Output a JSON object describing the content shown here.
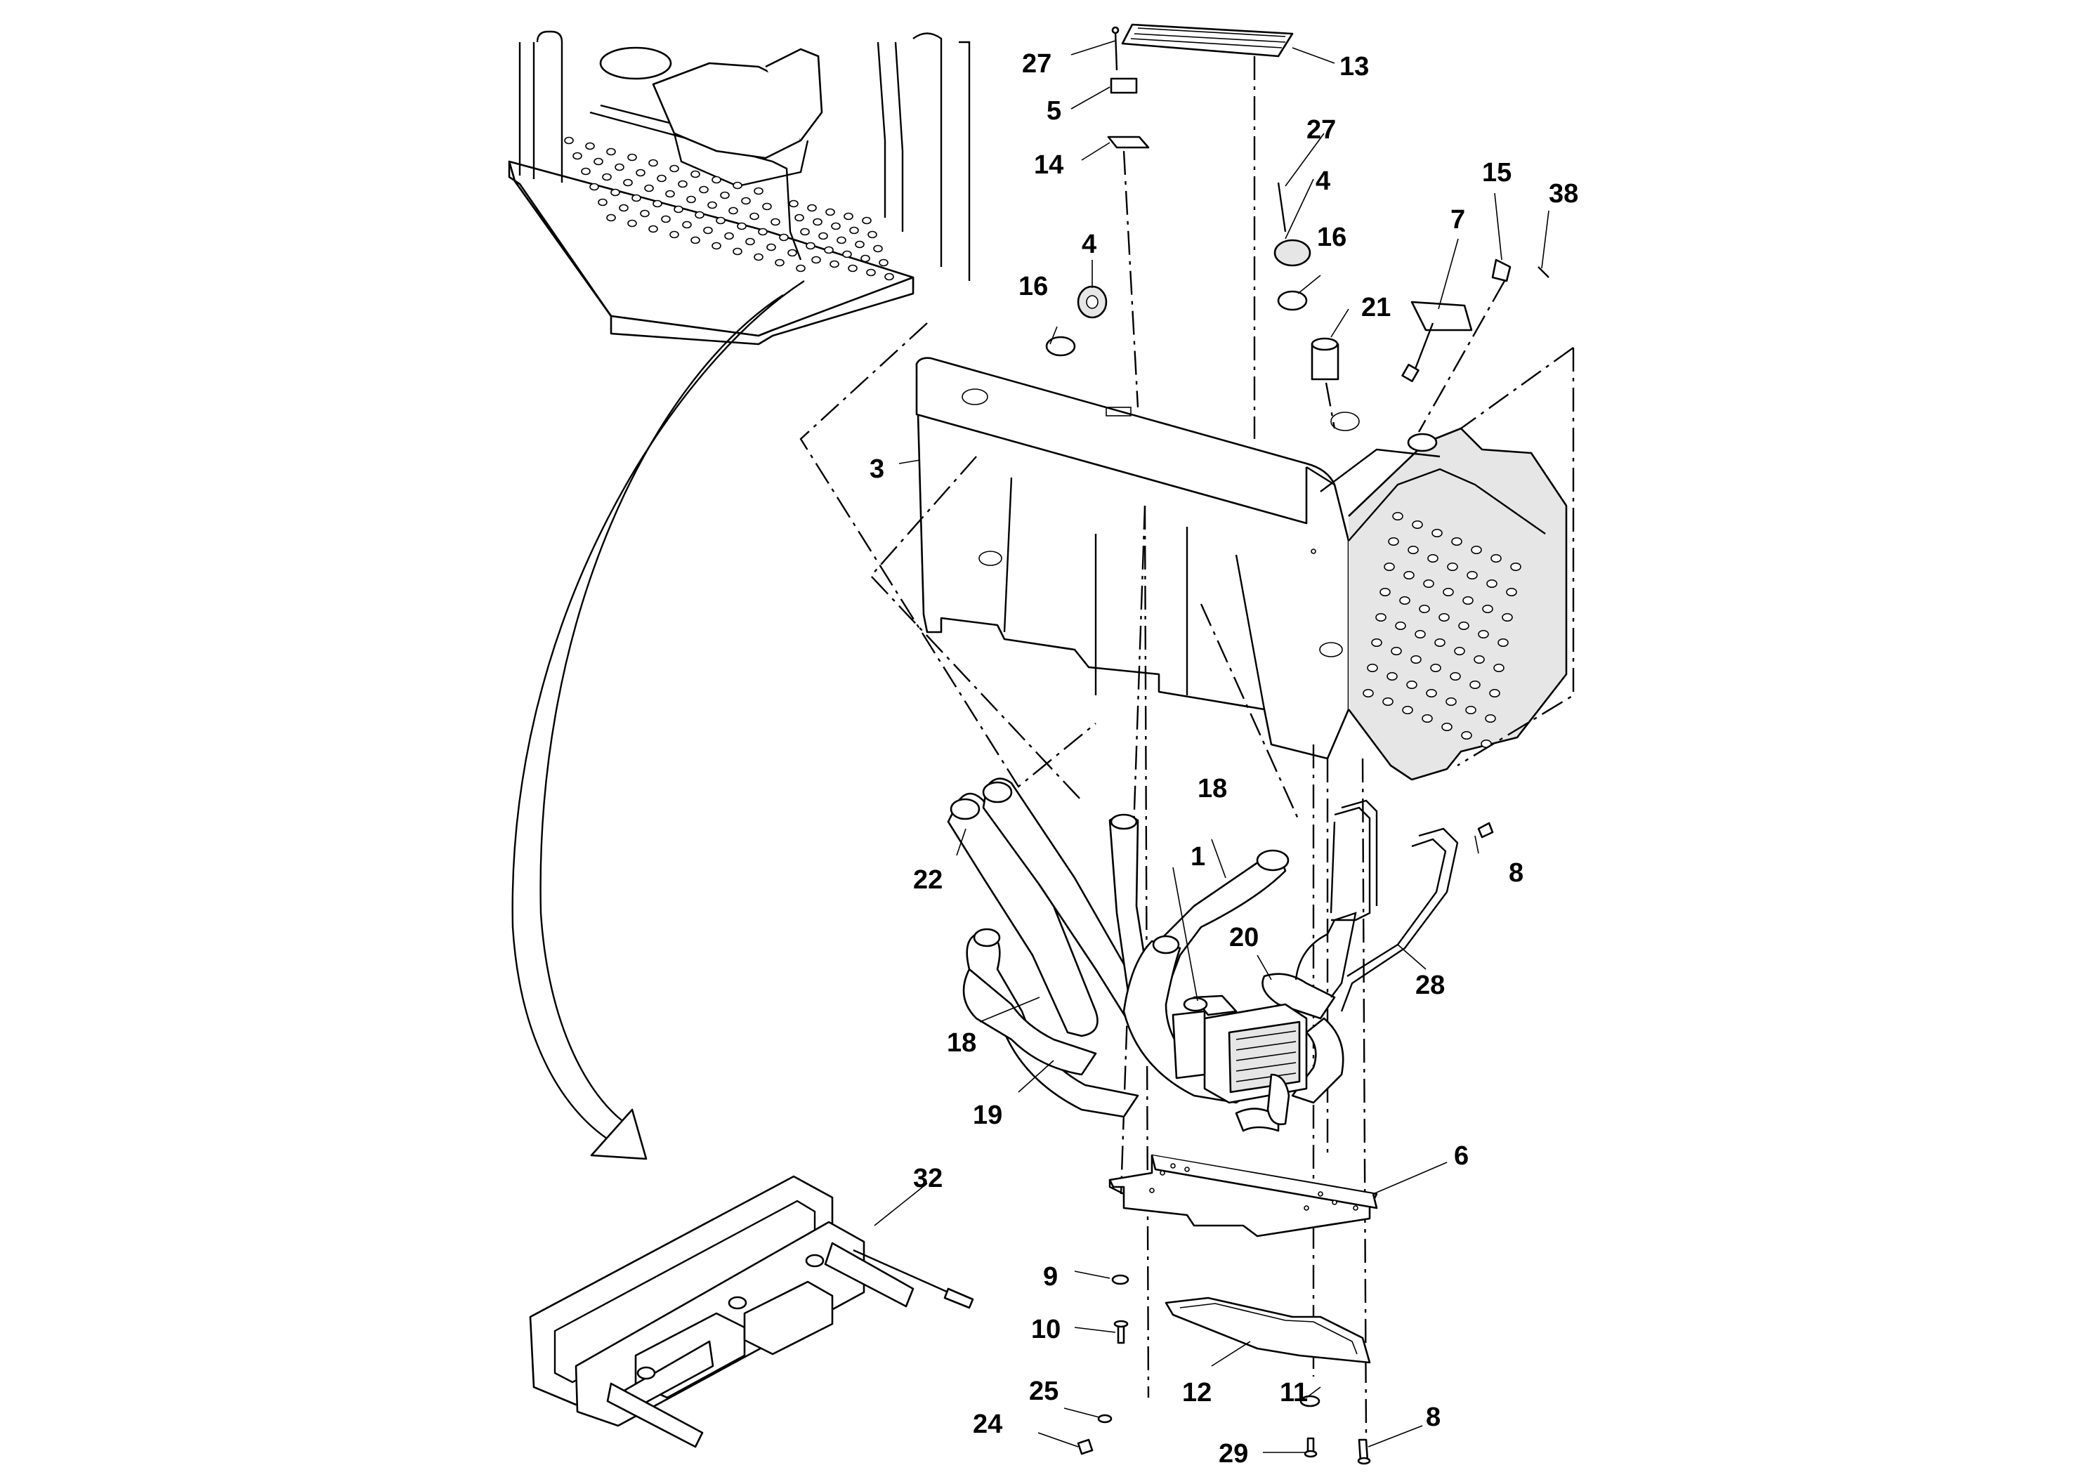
{
  "callouts": [
    {
      "label": "1"
    },
    {
      "label": "3"
    },
    {
      "label": "4"
    },
    {
      "label": "4"
    },
    {
      "label": "5"
    },
    {
      "label": "6"
    },
    {
      "label": "7"
    },
    {
      "label": "8"
    },
    {
      "label": "8"
    },
    {
      "label": "9"
    },
    {
      "label": "10"
    },
    {
      "label": "11"
    },
    {
      "label": "12"
    },
    {
      "label": "13"
    },
    {
      "label": "14"
    },
    {
      "label": "15"
    },
    {
      "label": "16"
    },
    {
      "label": "16"
    },
    {
      "label": "18"
    },
    {
      "label": "18"
    },
    {
      "label": "19"
    },
    {
      "label": "20"
    },
    {
      "label": "21"
    },
    {
      "label": "22"
    },
    {
      "label": "24"
    },
    {
      "label": "25"
    },
    {
      "label": "27"
    },
    {
      "label": "27"
    },
    {
      "label": "28"
    },
    {
      "label": "29"
    },
    {
      "label": "32"
    },
    {
      "label": "38"
    }
  ]
}
